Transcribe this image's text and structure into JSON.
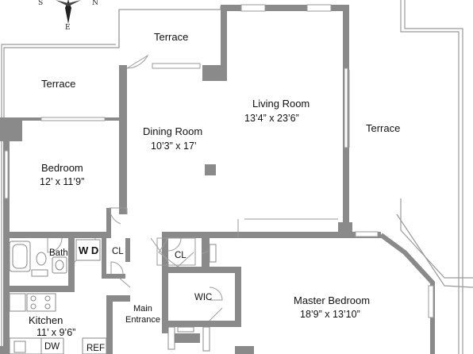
{
  "compass": {
    "south": "S",
    "north": "N",
    "east": "E"
  },
  "rooms": {
    "terrace_top": "Terrace",
    "terrace_left": "Terrace",
    "terrace_right": "Terrace",
    "living_room": {
      "name": "Living Room",
      "size": "13’4” x 23’6”"
    },
    "dining_room": {
      "name": "Dining Room",
      "size": "10’3” x 17’"
    },
    "bedroom": {
      "name": "Bedroom",
      "size": "12’ x 11’9”"
    },
    "bath": "Bath",
    "wd": "W D",
    "cl1": "CL",
    "cl2": "CL",
    "wic": "WIC",
    "kitchen": {
      "name": "Kitchen",
      "size": "11’ x 9’6”"
    },
    "main_entrance": {
      "line1": "Main",
      "line2": "Entrance"
    },
    "master_bedroom": {
      "name": "Master Bedroom",
      "size": "18’9” x 13’10”"
    },
    "dw": "DW",
    "ref": "REF"
  }
}
